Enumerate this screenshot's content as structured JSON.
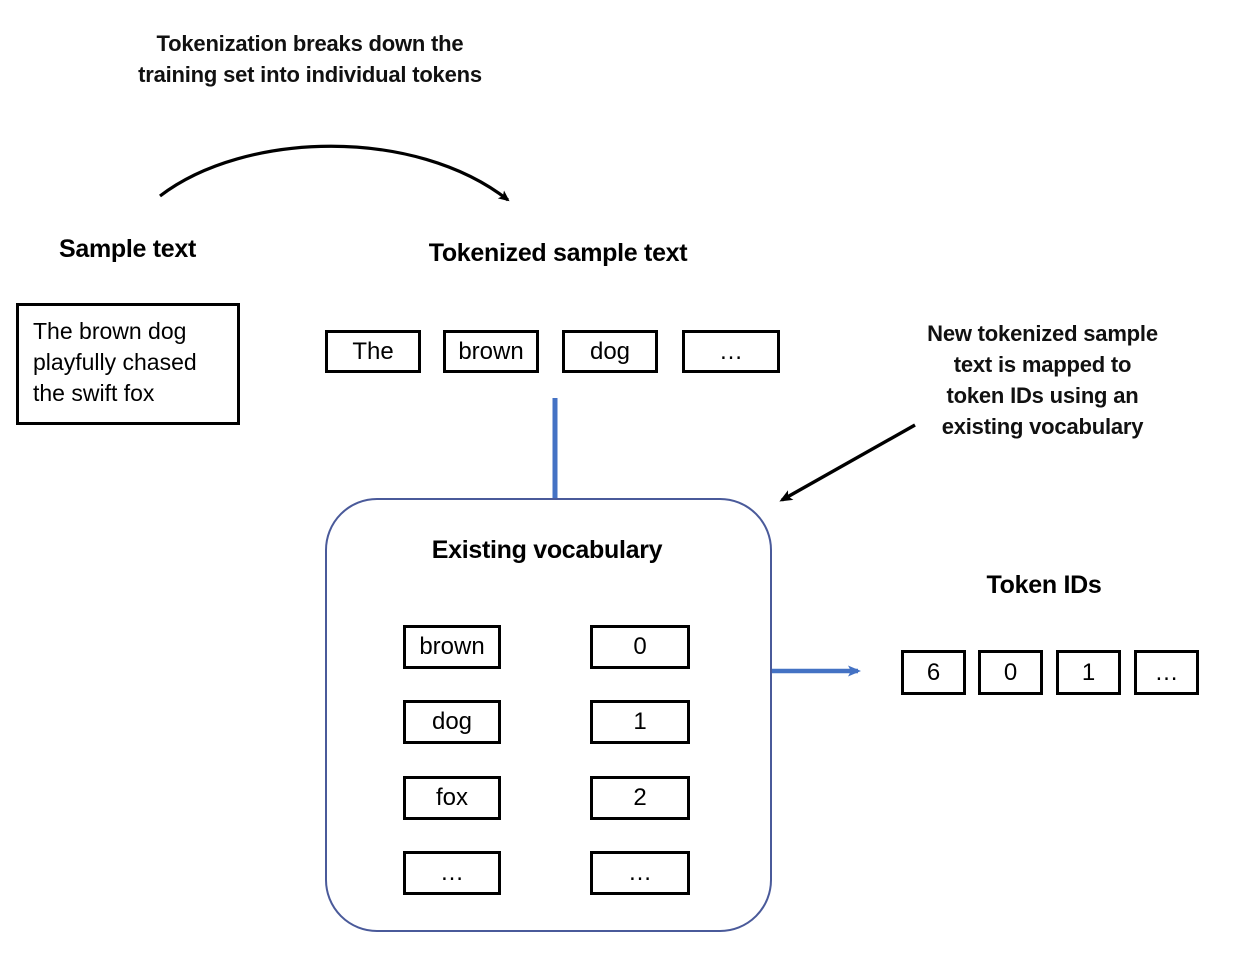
{
  "diagram": {
    "title_annotation": {
      "lines": [
        "Tokenization breaks down the",
        "training set into individual tokens"
      ]
    },
    "mapping_annotation": {
      "lines": [
        "New tokenized sample",
        "text is mapped to",
        "token IDs using an",
        "existing vocabulary"
      ]
    },
    "sections": {
      "sample_text_heading": "Sample text",
      "tokenized_heading": "Tokenized sample text",
      "vocabulary_heading": "Existing vocabulary",
      "token_ids_heading": "Token IDs"
    },
    "sample_text": {
      "lines": [
        "The brown dog",
        "playfully chased",
        "the swift fox"
      ]
    },
    "tokens": [
      "The",
      "brown",
      "dog",
      "…"
    ],
    "vocabulary": [
      {
        "word": "brown",
        "id": "0"
      },
      {
        "word": "dog",
        "id": "1"
      },
      {
        "word": "fox",
        "id": "2"
      },
      {
        "word": "…",
        "id": "…"
      }
    ],
    "token_ids": [
      "6",
      "0",
      "1",
      "…"
    ],
    "colors": {
      "connector_blue": "#4472C4",
      "container_border": "#4a5a9a",
      "arrow_black": "#000000",
      "box_border": "#000000",
      "background": "#ffffff"
    }
  }
}
